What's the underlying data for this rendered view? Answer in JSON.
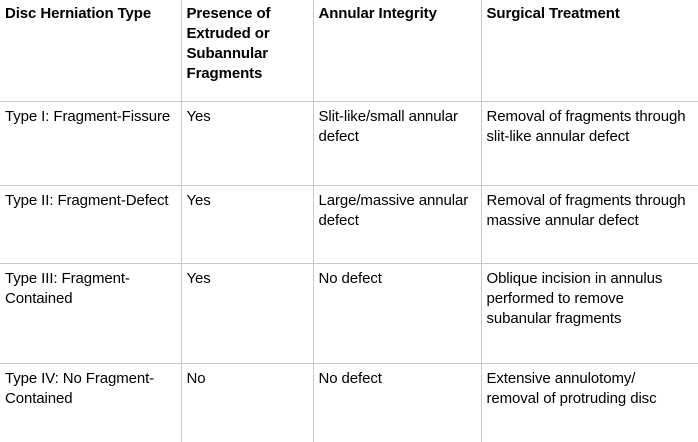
{
  "table": {
    "columns": [
      {
        "key": "type",
        "header": "Disc Herniation Type"
      },
      {
        "key": "fragments",
        "header": "Presence of Extruded or Subannular Fragments"
      },
      {
        "key": "integrity",
        "header": "Annular Integrity"
      },
      {
        "key": "treatment",
        "header": "Surgical Treatment"
      }
    ],
    "rows": [
      {
        "type": "Type I: Fragment-Fissure",
        "fragments": "Yes",
        "integrity": "Slit-like/small annular defect",
        "treatment": "Removal of fragments through slit-like annular defect"
      },
      {
        "type": "Type II: Fragment-Defect",
        "fragments": "Yes",
        "integrity": "Large/massive annular defect",
        "treatment": "Removal of fragments through massive annular defect"
      },
      {
        "type": "Type III: Fragment-Contained",
        "fragments": "Yes",
        "integrity": "No defect",
        "treatment": "Oblique incision in annulus performed to remove subanular fragments"
      },
      {
        "type": "Type IV: No Fragment-Contained",
        "fragments": "No",
        "integrity": "No defect",
        "treatment": "Extensive annulotomy/ removal of protruding disc"
      }
    ]
  },
  "style": {
    "text_color": "#000000",
    "grid_line_color": "#c9c9c9",
    "background_color": "#ffffff"
  }
}
